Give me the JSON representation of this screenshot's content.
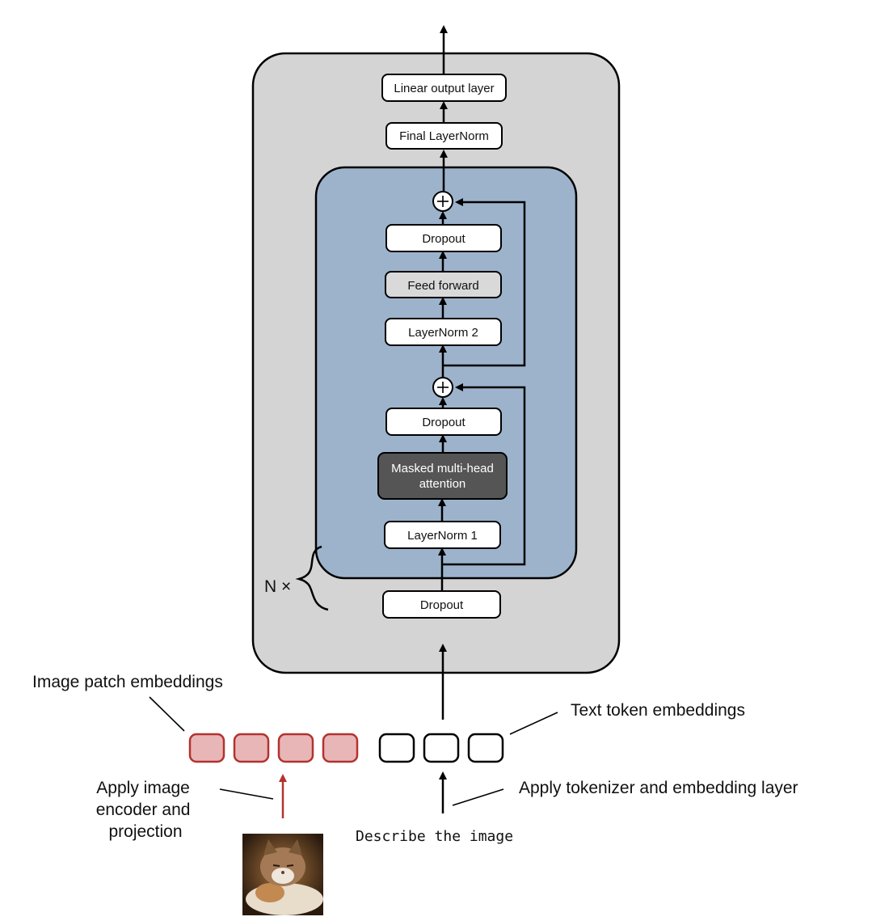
{
  "blocks": {
    "linear_output": "Linear output layer",
    "final_layernorm": "Final LayerNorm",
    "dropout_top": "Dropout",
    "feed_forward": "Feed forward",
    "layernorm2": "LayerNorm 2",
    "dropout_mid": "Dropout",
    "mha_line1": "Masked multi-head",
    "mha_line2": "attention",
    "layernorm1": "LayerNorm 1",
    "dropout_bottom": "Dropout"
  },
  "repeat_label": "N ×",
  "annotations": {
    "image_patch": "Image patch embeddings",
    "text_token": "Text token embeddings",
    "apply_encoder": [
      "Apply image",
      "encoder and",
      "projection"
    ],
    "apply_tokenizer": "Apply tokenizer and embedding layer",
    "prompt": "Describe the image"
  },
  "colors": {
    "outer_panel": "#d4d4d4",
    "inner_block": "#9db3cc",
    "attention_box": "#555555",
    "feed_forward_box": "#d9d9d9",
    "patch_fill": "#e8b6b6",
    "patch_border": "#b3322f",
    "image_arrow": "#b3322f"
  },
  "icons": {
    "add": "plus-circle-icon",
    "image": "cat-photo"
  },
  "embeddings": {
    "image_patches": 4,
    "text_tokens": 3
  }
}
